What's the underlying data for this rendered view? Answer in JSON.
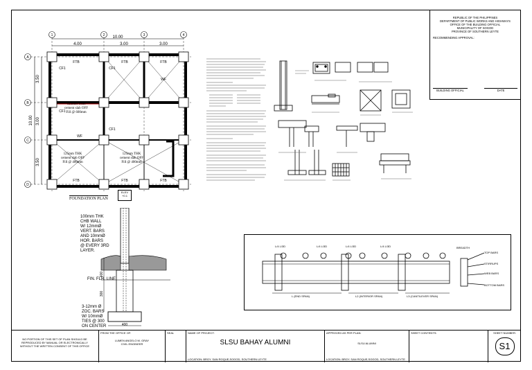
{
  "plan": {
    "overall_dim": "10.00",
    "top_dims": [
      "4.00",
      "3.00",
      "3.00"
    ],
    "left_dims": [
      "3.50",
      "3.00",
      "3.50"
    ],
    "left_total": "10.00",
    "grid_cols": [
      "1",
      "2",
      "3",
      "4"
    ],
    "grid_rows": [
      "A",
      "B",
      "C",
      "D"
    ],
    "slab_labels": [
      "125mm THK\ncement slab OFF\nFill @ 600mm",
      "125mm THK\ncement slab OFF\nFill @ 400mm",
      "125mm THK\ncement slab OFF\nFill @ 400mm"
    ],
    "title": "FOUNDATION PLAN",
    "scale_box": "ELEV\n+0.1",
    "ftb": "FTB",
    "wf": "WF",
    "cf1": "CF1"
  },
  "wall_section": {
    "note1": [
      "100mm THK",
      "CHB WALL",
      "W/ 12mmØ",
      "VERT. BARS",
      "AND 10mmØ",
      "HOR. BARS",
      "@ EVERY 3RD",
      "LAYER."
    ],
    "fin_flr": "FIN. FLR. LINE",
    "dim_400": "400",
    "dim_300": "300",
    "note2": [
      "3-12mm Ø",
      "ZOC. BARS",
      "W/ 10mmØ",
      "TIES @ 300",
      "ON CENTER"
    ],
    "width_400": "400"
  },
  "approval": {
    "lines": [
      "REPUBLIC OF THE PHILIPPINES",
      "DEPARTMENT OF PUBLIC WORKS AND HIGHWAYS",
      "OFFICE OF THE BUILDING OFFICIAL",
      "MUNICIPALITY OF SOGOD",
      "PROVINCE OF SOUTHERN LEYTE"
    ],
    "recommending": "RECOMMENDING APPROVAL:",
    "building_official": "BUILDING OFFICIAL",
    "date": "DATE"
  },
  "beam_detail": {
    "labels_top": [
      "L/4 L/3D",
      "L/4 L/3D",
      "L/4 L/3D",
      "L/4 L/3D"
    ],
    "right_labels": [
      "BREADTH",
      "TOP BARS",
      "STIRRUPS",
      "WEB BARS",
      "BOTTOM BARS"
    ],
    "spans": [
      "L (END SPAN)",
      "L2 (INTERIOR SPAN)",
      "L3 (CANTILEVER SPAN)"
    ]
  },
  "title_block": {
    "disclaimer": "NO PORTION OF THIS SET OF PLAN SHOULD BE\nREPRODUCED BY MANUAL OR ELECTRONICALLY\nWITHOUT THE WRITTEN CONSENT OF THIS OFFICE",
    "from_office": "FROM THE OFFICE OF:",
    "engineer": "LUMEN ANGELO M. GRAY",
    "engineer_title": "CIVIL ENGINEER",
    "seal": "SEAL",
    "name_of_project": "NAME OF PROJECT:",
    "project": "SLSU BAHAY ALUMNI",
    "location": "LOCATION: BRGY. SAN ROQUE,SOGOD, SOUTHERN LEYTE",
    "approved_as": "APPROVED AS PER PLAN:",
    "approver": "SLSU ALUMNI",
    "location2": "LOCATION: BRGY. SAN ROQUE,SOGOD, SOUTHERN LEYTE",
    "sheet_contents": "SHEET CONTENTS:",
    "sheet_number": "SHEET NUMBER:",
    "sheet": "S1"
  }
}
